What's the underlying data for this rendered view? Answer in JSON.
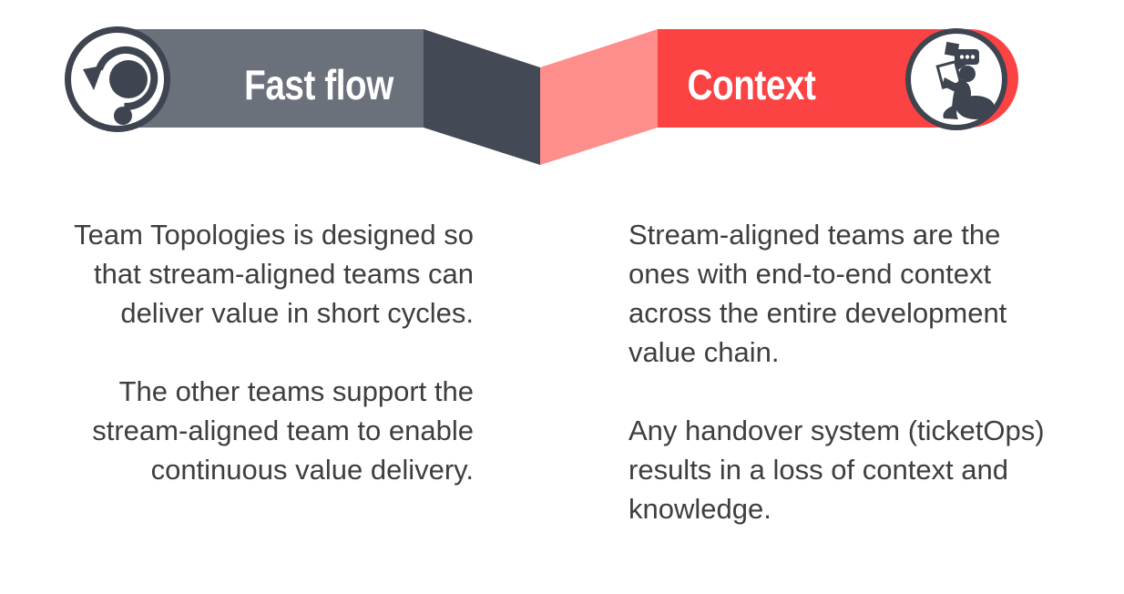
{
  "banner": {
    "fast_flow": {
      "label": "Fast flow",
      "bar_color": "#6b717b",
      "fold_color": "#434a56",
      "icon": "iteration-cycle-icon"
    },
    "context": {
      "label": "Context",
      "bar_color": "#fb4343",
      "fold_color": "#fd8e8b",
      "icon": "person-with-tablet-icon"
    },
    "icon_ring_color": "#3e4450",
    "icon_color": "#3e4450",
    "icon_bg_color": "#ffffff"
  },
  "columns": {
    "fast_flow": {
      "paragraphs": [
        [
          "Team Topologies is designed so",
          "that stream-aligned teams can",
          "deliver value in short cycles."
        ],
        [
          "The other teams support the",
          "stream-aligned team to enable",
          "continuous value delivery."
        ]
      ]
    },
    "context": {
      "paragraphs": [
        [
          "Stream-aligned teams are the",
          "ones with end-to-end context",
          "across the entire development",
          "value chain."
        ],
        [
          "Any handover system (ticketOps)",
          "results in a loss of context and",
          "knowledge."
        ]
      ]
    }
  },
  "text_color": "#3e3e3e"
}
